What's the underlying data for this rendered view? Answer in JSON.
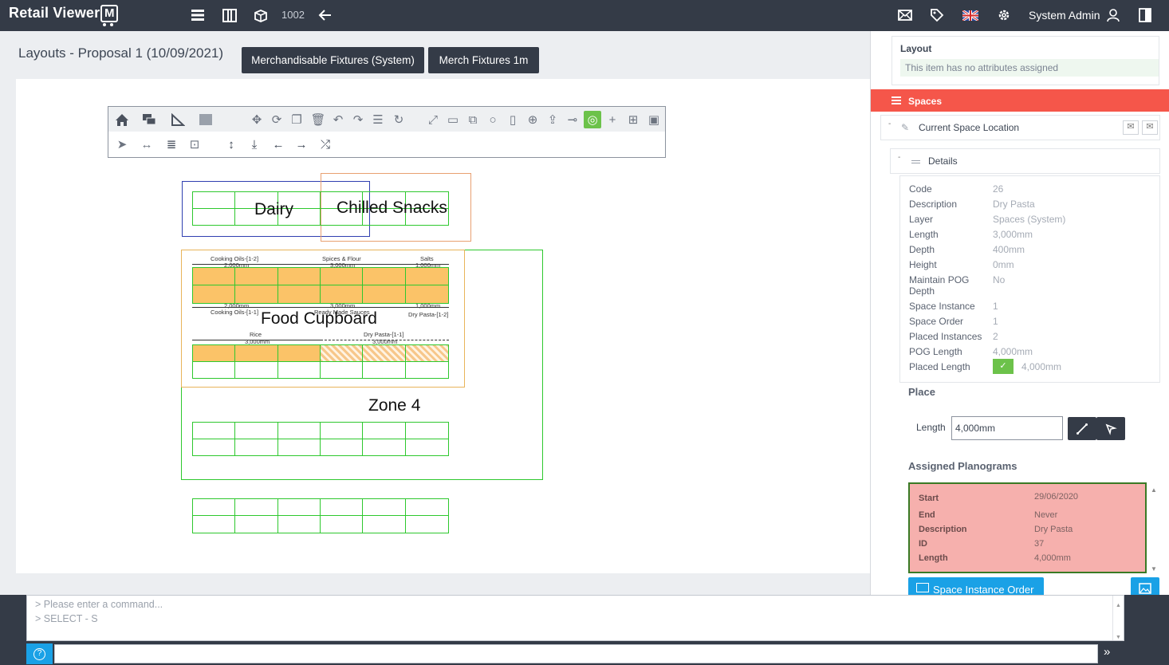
{
  "app": {
    "brand_text": "Retail Viewer",
    "brand_letter": "M",
    "layout_id": "1002",
    "user": "System Admin"
  },
  "header": {
    "title": "Layouts - Proposal 1 (10/09/2021)",
    "btn_fixtures": "Merchandisable Fixtures (System)",
    "btn_merch": "Merch Fixtures 1m"
  },
  "canvas": {
    "zones": {
      "dairy": "Dairy",
      "chilled": "Chilled Snacks",
      "food": "Food Cupboard",
      "zone4": "Zone 4"
    },
    "labels": {
      "cooking_top": "Cooking Oils-[1-2]",
      "cooking_top_len": "2,000mm",
      "spices": "Spices & Flour",
      "spices_len": "3,000mm",
      "salts": "Salts",
      "salts_len": "1,000mm",
      "cooking_bot_len": "2,000mm",
      "cooking_bot": "Cooking Oils-[1-1]",
      "ready_len": "3,000mm",
      "ready": "Ready Made Sauces",
      "dry_right_len": "1,000mm",
      "dry_right": "Dry Pasta-[1-2]",
      "rice": "Rice",
      "rice_len": "3,000mm",
      "dry_left": "Dry Pasta-[1-1]",
      "dry_left_len": "3,000mm"
    }
  },
  "panel": {
    "layout_title": "Layout",
    "layout_note": "This item has no attributes assigned",
    "spaces": "Spaces",
    "current_space": "Current Space Location",
    "details": "Details",
    "rows": [
      {
        "k": "Code",
        "v": "26"
      },
      {
        "k": "Description",
        "v": "Dry Pasta"
      },
      {
        "k": "Layer",
        "v": "Spaces (System)"
      },
      {
        "k": "Length",
        "v": "3,000mm"
      },
      {
        "k": "Depth",
        "v": "400mm"
      },
      {
        "k": "Height",
        "v": "0mm"
      },
      {
        "k": "Maintain POG Depth",
        "v": "No"
      },
      {
        "k": "Space Instance",
        "v": "1"
      },
      {
        "k": "Space Order",
        "v": "1"
      },
      {
        "k": "Placed Instances",
        "v": "2"
      },
      {
        "k": "POG Length",
        "v": "4,000mm"
      },
      {
        "k": "Placed Length",
        "v": "4,000mm"
      }
    ],
    "place_title": "Place",
    "place_length_label": "Length",
    "place_length_value": "4,000mm",
    "assigned_title": "Assigned Planograms",
    "planogram": [
      {
        "k": "Start",
        "v": "29/06/2020"
      },
      {
        "k": "End",
        "v": "Never"
      },
      {
        "k": "Description",
        "v": "Dry Pasta"
      },
      {
        "k": "ID",
        "v": "37"
      },
      {
        "k": "Length",
        "v": "4,000mm"
      }
    ],
    "space_instance_btn": "Space Instance Order"
  },
  "command": {
    "log1": "> Please enter a command...",
    "log2": "> SELECT - S",
    "help": "?"
  },
  "colors": {
    "accent_red": "#f5564a",
    "active_green": "#6cc24a",
    "dark": "#343b47",
    "blue": "#1aa1e6"
  }
}
